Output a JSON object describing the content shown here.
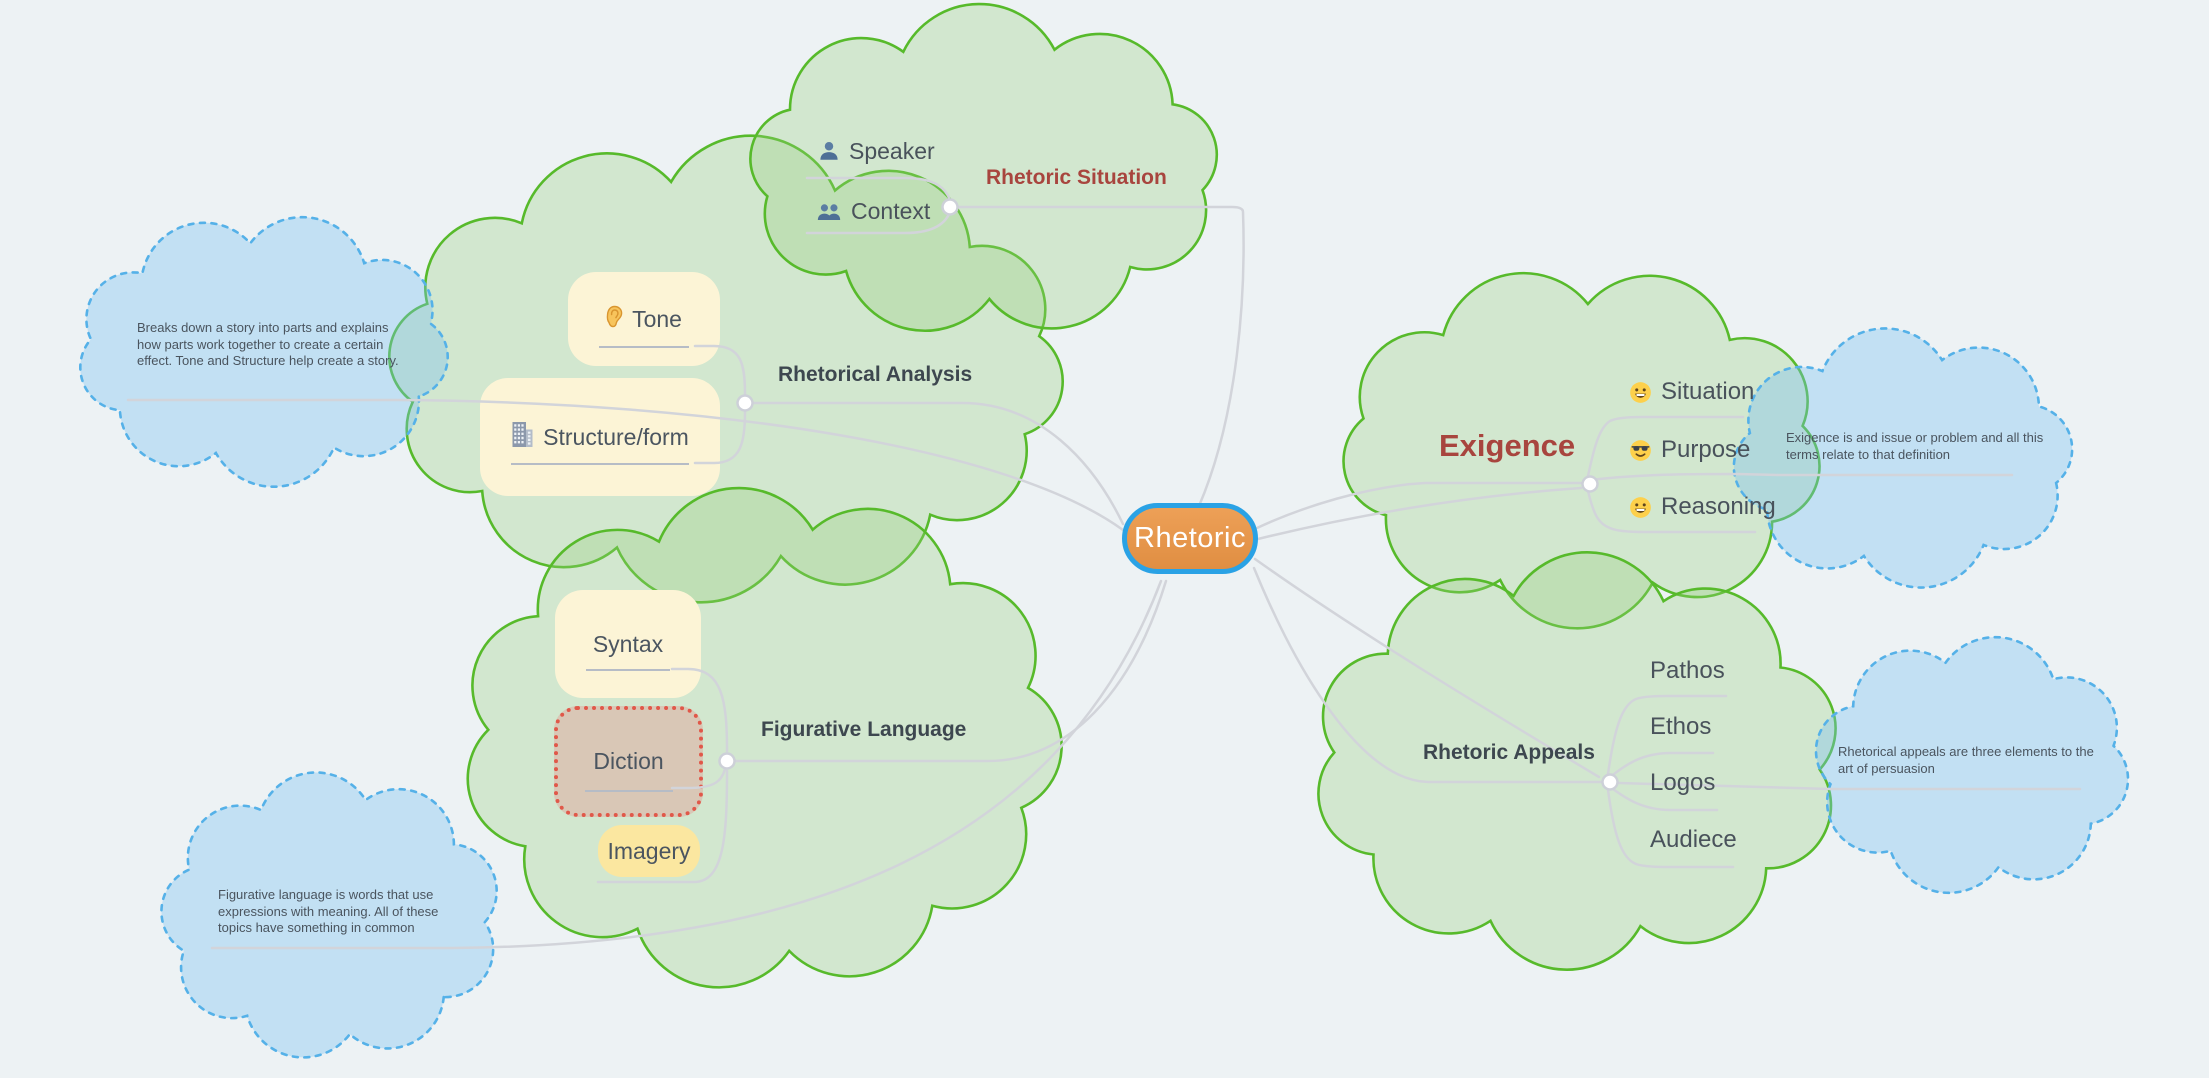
{
  "app": {
    "type": "mind-map-canvas"
  },
  "palette": {
    "background": "#edf2f4",
    "cloud_green_border": "#57ba2b",
    "cloud_green_fill": "#dcecd4",
    "note_blue_border": "#55b1e8",
    "note_blue_fill": "#cfe7f8",
    "connector_gray": "#d2d4da",
    "center_fill": "#e8994e",
    "center_border": "#2aa2e5",
    "box_yellow": "#fcf4d6",
    "box_gold": "#fbe7a0",
    "box_tan": "#d9c7b6",
    "box_tan_border": "#e05849",
    "label_red": "#a8453e",
    "label_dark": "#3d474f",
    "item_text": "#49525b"
  },
  "center": {
    "label": "Rhetoric"
  },
  "branches": [
    {
      "id": "rhetoric-situation",
      "label": "Rhetoric Situation",
      "label_color": "#a8453e",
      "items": [
        {
          "label": "Speaker",
          "icon": "person-icon"
        },
        {
          "label": "Context",
          "icon": "people-icon"
        }
      ]
    },
    {
      "id": "rhetorical-analysis",
      "label": "Rhetorical Analysis",
      "label_color": "#3d474f",
      "items": [
        {
          "label": "Tone",
          "icon": "ear-icon",
          "box": "light-yellow"
        },
        {
          "label": "Structure/form",
          "icon": "building-icon",
          "box": "light-yellow"
        }
      ],
      "note": {
        "text": "Breaks down a story into parts and explains how parts work together to create a certain effect. Tone and Structure help create a story."
      }
    },
    {
      "id": "figurative-language",
      "label": "Figurative Language",
      "label_color": "#3d474f",
      "items": [
        {
          "label": "Syntax",
          "box": "light-yellow"
        },
        {
          "label": "Diction",
          "box": "tan-red-dotted"
        },
        {
          "label": "Imagery",
          "box": "gold"
        }
      ],
      "note": {
        "text": "Figurative language is words that use expressions with meaning. All of these topics have something in common"
      }
    },
    {
      "id": "exigence",
      "label": "Exigence",
      "label_color": "#a8453e",
      "items": [
        {
          "label": "Situation",
          "icon": "smiley-icon"
        },
        {
          "label": "Purpose",
          "icon": "cool-smiley-icon"
        },
        {
          "label": "Reasoning",
          "icon": "smiley-icon"
        }
      ],
      "note": {
        "text": "Exigence is and issue or problem and all this terms relate to that definition"
      }
    },
    {
      "id": "rhetoric-appeals",
      "label": "Rhetoric Appeals",
      "label_color": "#3d474f",
      "items": [
        {
          "label": "Pathos"
        },
        {
          "label": "Ethos"
        },
        {
          "label": "Logos"
        },
        {
          "label": "Audiece"
        }
      ],
      "note": {
        "text": "Rhetorical appeals are three elements to the art of persuasion"
      }
    }
  ]
}
